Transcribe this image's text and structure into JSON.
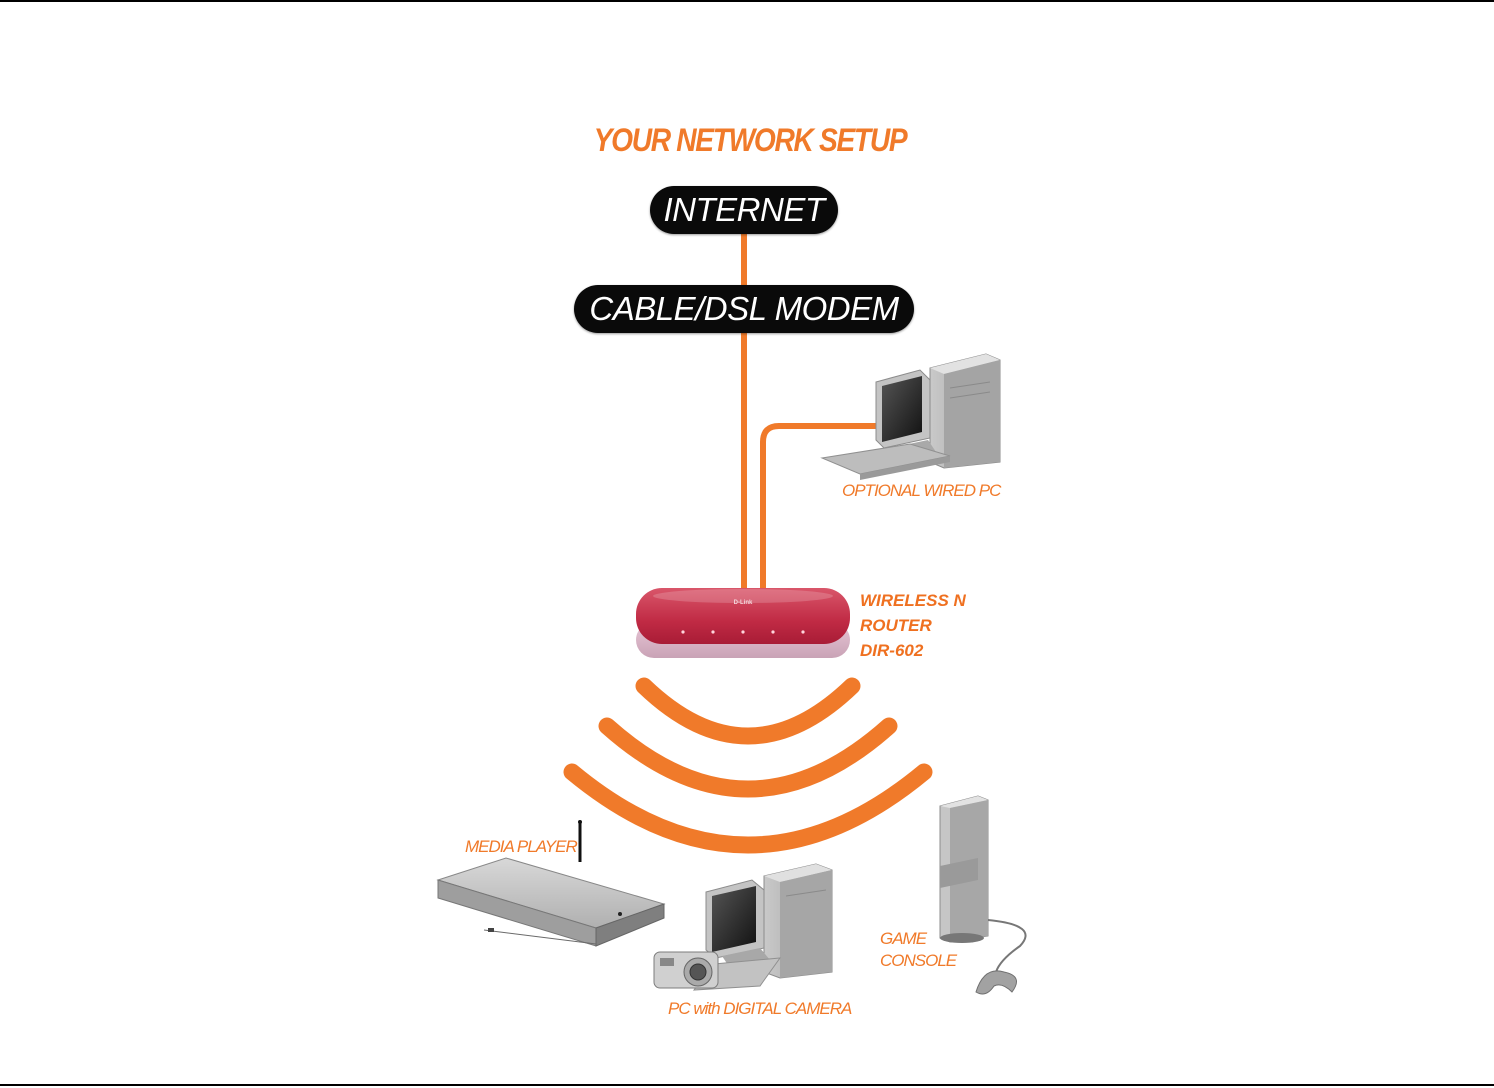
{
  "diagram": {
    "title": "YOUR NETWORK SETUP",
    "nodes": {
      "internet": "INTERNET",
      "modem": "CABLE/DSL MODEM",
      "wired_pc": "OPTIONAL WIRED PC",
      "router": {
        "line1": "WIRELESS N",
        "line2": "ROUTER",
        "line3": "DIR-602"
      },
      "media_player": "MEDIA PLAYER",
      "pc_camera": "PC with DIGITAL CAMERA",
      "game_console": {
        "line1": "GAME",
        "line2": "CONSOLE"
      }
    },
    "edges": [
      {
        "from": "internet",
        "to": "modem",
        "type": "wired"
      },
      {
        "from": "modem",
        "to": "router",
        "type": "wired"
      },
      {
        "from": "router",
        "to": "wired_pc",
        "type": "wired"
      },
      {
        "from": "router",
        "to": "media_player",
        "type": "wireless"
      },
      {
        "from": "router",
        "to": "pc_camera",
        "type": "wireless"
      },
      {
        "from": "router",
        "to": "game_console",
        "type": "wireless"
      }
    ],
    "colors": {
      "accent": "#f07a2a",
      "pill": "#0a0a0a",
      "router": "#c8324a"
    },
    "router_logo": "D-Link"
  }
}
